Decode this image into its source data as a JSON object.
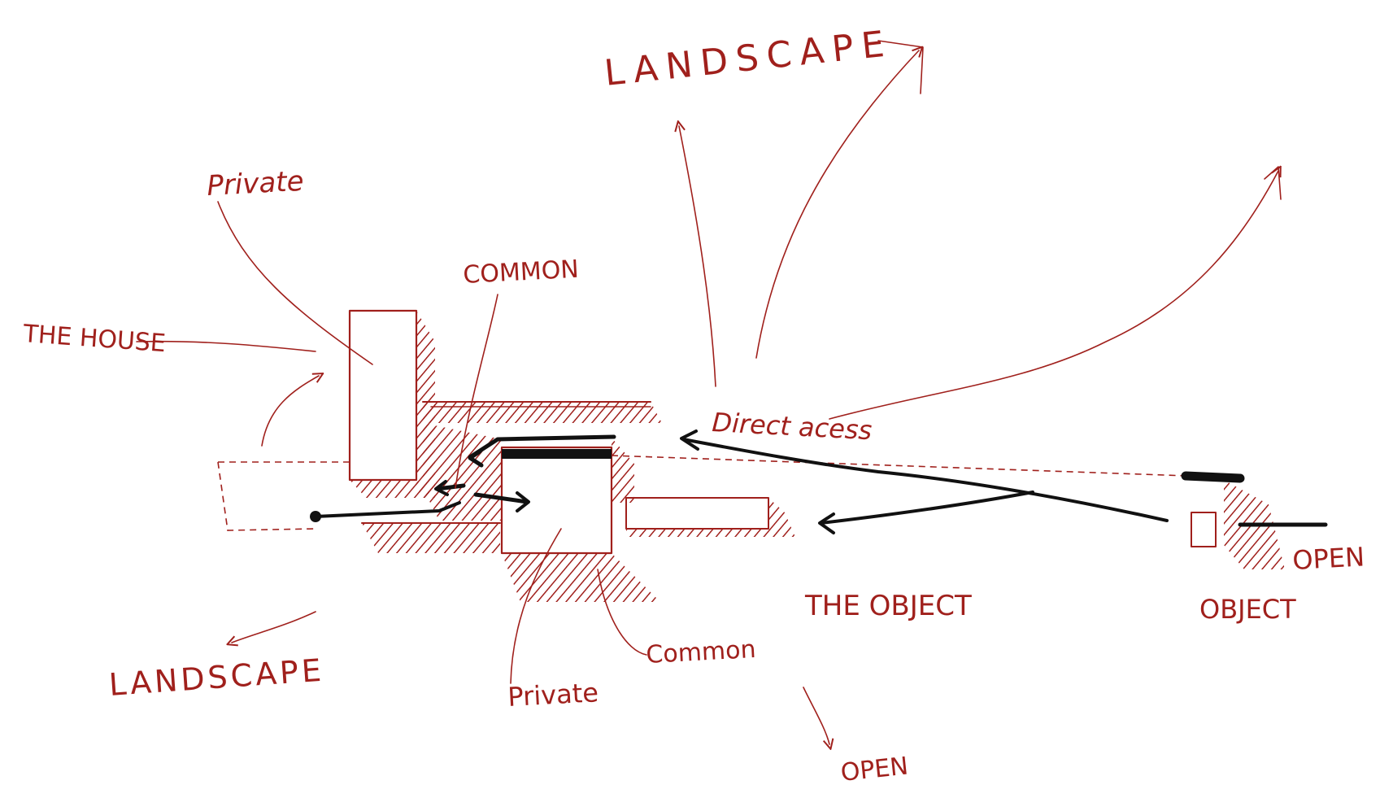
{
  "labels": {
    "landscape_top": "LANDSCAPE",
    "private_top": "Private",
    "common_top": "COMMON",
    "the_house": "THE HOUSE",
    "direct_access": "Direct acess",
    "the_object": "THE OBJECT",
    "object_right": "OBJECT",
    "open_right": "OPEN",
    "common_bottom": "Common",
    "private_bottom": "Private",
    "landscape_bottom": "LANDSCAPE",
    "open_bottom": "OPEN"
  },
  "colors": {
    "ink_red": "#a0201c",
    "ink_black": "#111111",
    "paper": "#ffffff"
  }
}
